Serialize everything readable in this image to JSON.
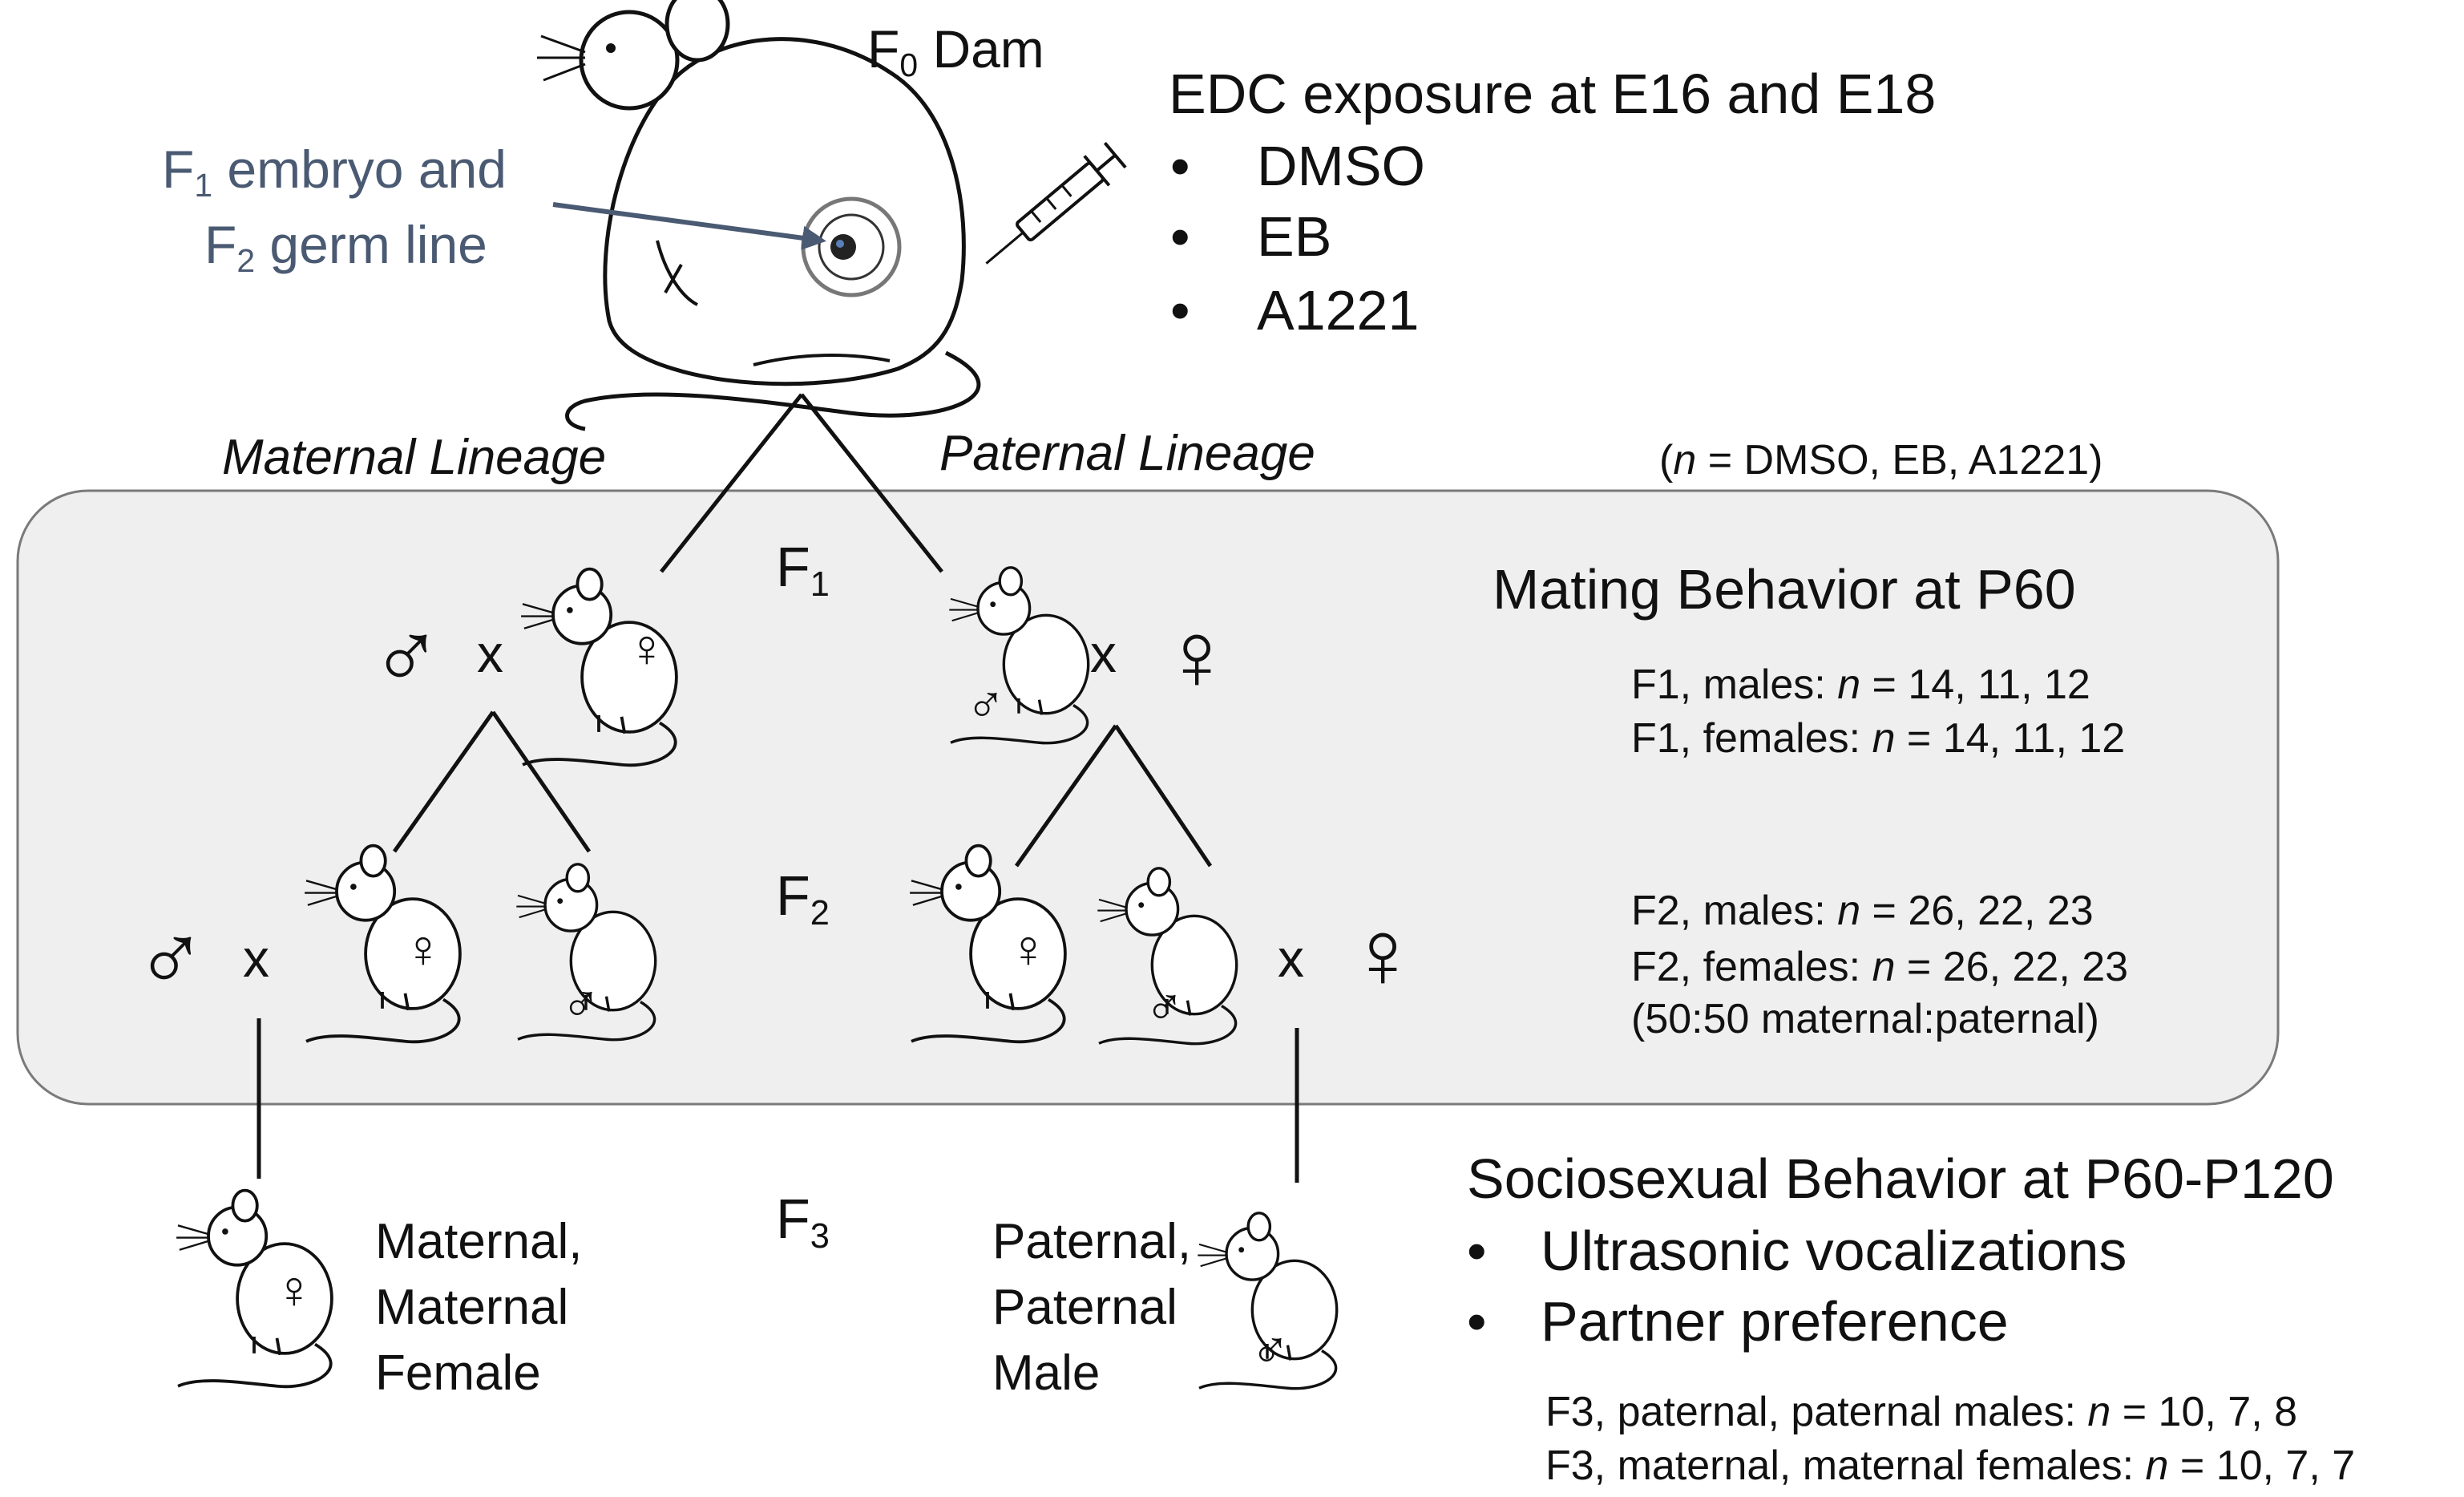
{
  "f0": {
    "gen": "F",
    "sub": "0",
    "label": "Dam"
  },
  "embryo": {
    "line1_a": "F",
    "line1_sub": "1",
    "line1_b": " embryo and",
    "line2_a": "F",
    "line2_sub": "2",
    "line2_b": " germ line"
  },
  "exposure": {
    "title": "EDC exposure at E16 and E18",
    "items": [
      "DMSO",
      "EB",
      "A1221"
    ]
  },
  "lineages": {
    "maternal": "Maternal Lineage",
    "paternal": "Paternal Lineage"
  },
  "n_legend": {
    "open": "(",
    "n": "n",
    "rest": " = DMSO, EB, A1221)"
  },
  "generations": {
    "f1": {
      "gen": "F",
      "sub": "1"
    },
    "f2": {
      "gen": "F",
      "sub": "2"
    },
    "f3": {
      "gen": "F",
      "sub": "3"
    }
  },
  "mating": {
    "title": "Mating Behavior at P60",
    "f1_males": {
      "pre": "F1, males: ",
      "n": "n",
      "post": " = 14, 11, 12"
    },
    "f1_females": {
      "pre": "F1, females: ",
      "n": "n",
      "post": " = 14, 11, 12"
    },
    "f2_males": {
      "pre": "F2, males: ",
      "n": "n",
      "post": " = 26, 22, 23"
    },
    "f2_females": {
      "pre": "F2, females: ",
      "n": "n",
      "post": " = 26, 22, 23"
    },
    "ratio": "(50:50 maternal:paternal)"
  },
  "cross_symbol": "x",
  "male_symbol": "♂",
  "female_symbol": "♀",
  "f3_maternal": {
    "line1": "Maternal,",
    "line2": "Maternal",
    "line3": "Female"
  },
  "f3_paternal": {
    "line1": "Paternal,",
    "line2": "Paternal",
    "line3": "Male"
  },
  "sociosexual": {
    "title": "Sociosexual Behavior at P60-P120",
    "items": [
      "Ultrasonic vocalizations",
      "Partner preference"
    ],
    "f3_paternal": {
      "pre": "F3, paternal, paternal males: ",
      "n": "n",
      "post": " = 10, 7, 8"
    },
    "f3_maternal": {
      "pre": "F3, maternal, maternal females: ",
      "n": "n",
      "post": " = 10, 7, 7"
    }
  },
  "colors": {
    "panel_fill": "#efefef",
    "panel_stroke": "#7a7a7a",
    "arrow": "#4a5a72",
    "text": "#111111"
  }
}
